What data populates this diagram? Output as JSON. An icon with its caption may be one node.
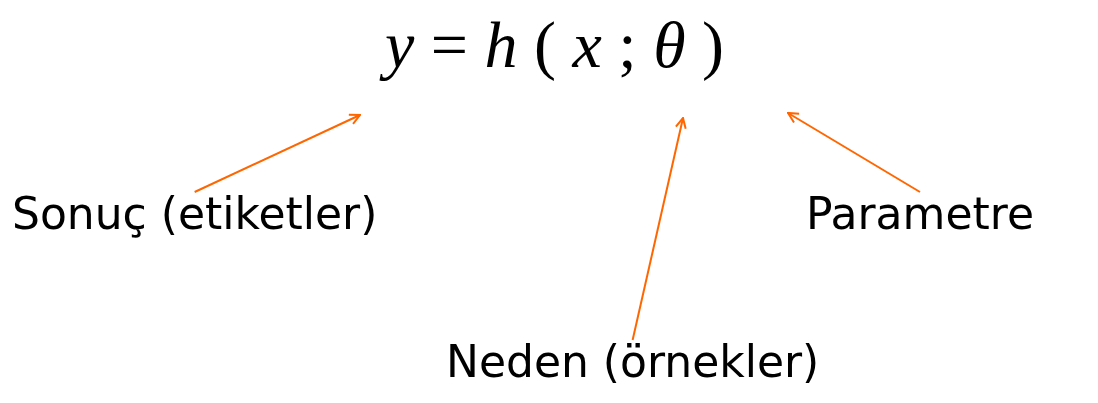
{
  "diagram": {
    "nodes": [
      {
        "text": [
          "Sonuç (etiketler)"
        ]
      },
      {
        "text": [
          "Parametre"
        ]
      },
      {
        "text": [
          "Neden (örnekler)"
        ]
      }
    ],
    "edges": [
      {
        "from": 0,
        "to": null,
        "arrow": "to"
      },
      {
        "from": 2,
        "to": null,
        "arrow": "to"
      },
      {
        "from": 1,
        "to": null,
        "arrow": "to"
      }
    ],
    "labels": [
      "*y* = *h* ( *x* ; *θ* )"
    ]
  }
}
